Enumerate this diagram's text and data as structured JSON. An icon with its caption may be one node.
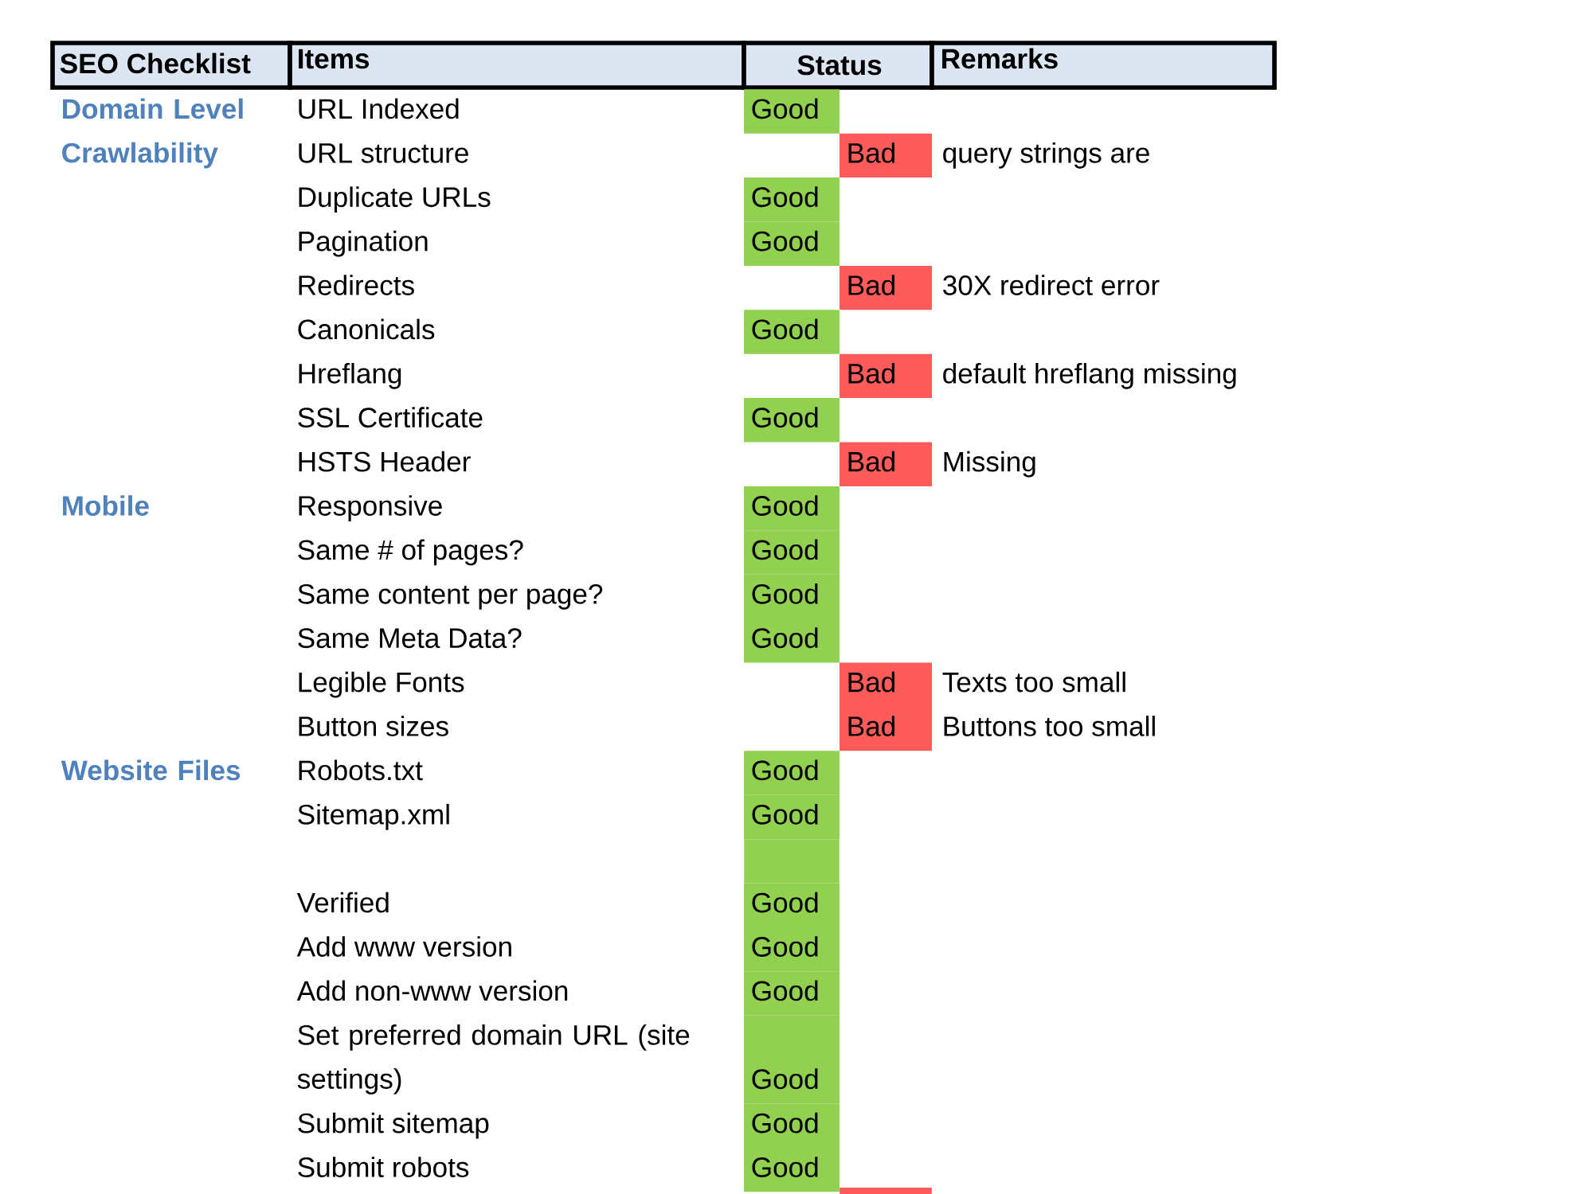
{
  "diagram": {
    "nodes": [
      {
        "text": [
          "SEO Checklist"
        ]
      },
      {
        "text": [
          "Items"
        ]
      },
      {
        "text": [
          "Status"
        ]
      },
      {
        "text": [
          "Remarks"
        ]
      },
      {
        "text": [
          "Good"
        ]
      },
      {
        "text": [
          "Bad"
        ]
      },
      {
        "text": [
          "Good"
        ]
      },
      {
        "text": [
          "Good"
        ]
      },
      {
        "text": [
          "Bad"
        ]
      },
      {
        "text": [
          "Good"
        ]
      },
      {
        "text": [
          "Bad"
        ]
      },
      {
        "text": [
          "Good"
        ]
      },
      {
        "text": [
          "Bad"
        ]
      },
      {
        "text": [
          "Good"
        ]
      },
      {
        "text": [
          "Good"
        ]
      },
      {
        "text": [
          "Good"
        ]
      },
      {
        "text": [
          "Good"
        ]
      },
      {
        "text": [
          "Bad"
        ]
      },
      {
        "text": [
          "Bad"
        ]
      },
      {
        "text": [
          "Good"
        ]
      },
      {
        "text": [
          "Good"
        ]
      },
      {
        "text": [],
        "shape": "box"
      },
      {
        "text": [
          "Good"
        ]
      },
      {
        "text": [
          "Good"
        ]
      },
      {
        "text": [
          "Good"
        ]
      },
      {
        "text": [
          "Good"
        ]
      },
      {
        "text": [
          "Good"
        ]
      },
      {
        "text": [
          "Good"
        ]
      },
      {
        "text": [],
        "shape": "box"
      }
    ],
    "labels": [
      "Domain Level Crawlability",
      "URL Indexed",
      "URL structure",
      "query strings are",
      "Duplicate URLs",
      "Pagination",
      "Redirects",
      "30X redirect error",
      "Canonicals",
      "Hreflang",
      "default hreflang missing",
      "SSL Certificate",
      "HSTS Header",
      "Missing",
      "Mobile",
      "Responsive",
      "Same # of pages?",
      "Same content per page?",
      "Same Meta Data?",
      "Legible Fonts",
      "Texts too small",
      "Button sizes",
      "Buttons too small",
      "Website Files",
      "Robots.txt",
      "Sitemap.xml",
      "Verified",
      "Add www version",
      "Add non-www version",
      "Set preferred domain URL (site settings)",
      "Submit sitemap",
      "Submit robots"
    ]
  }
}
